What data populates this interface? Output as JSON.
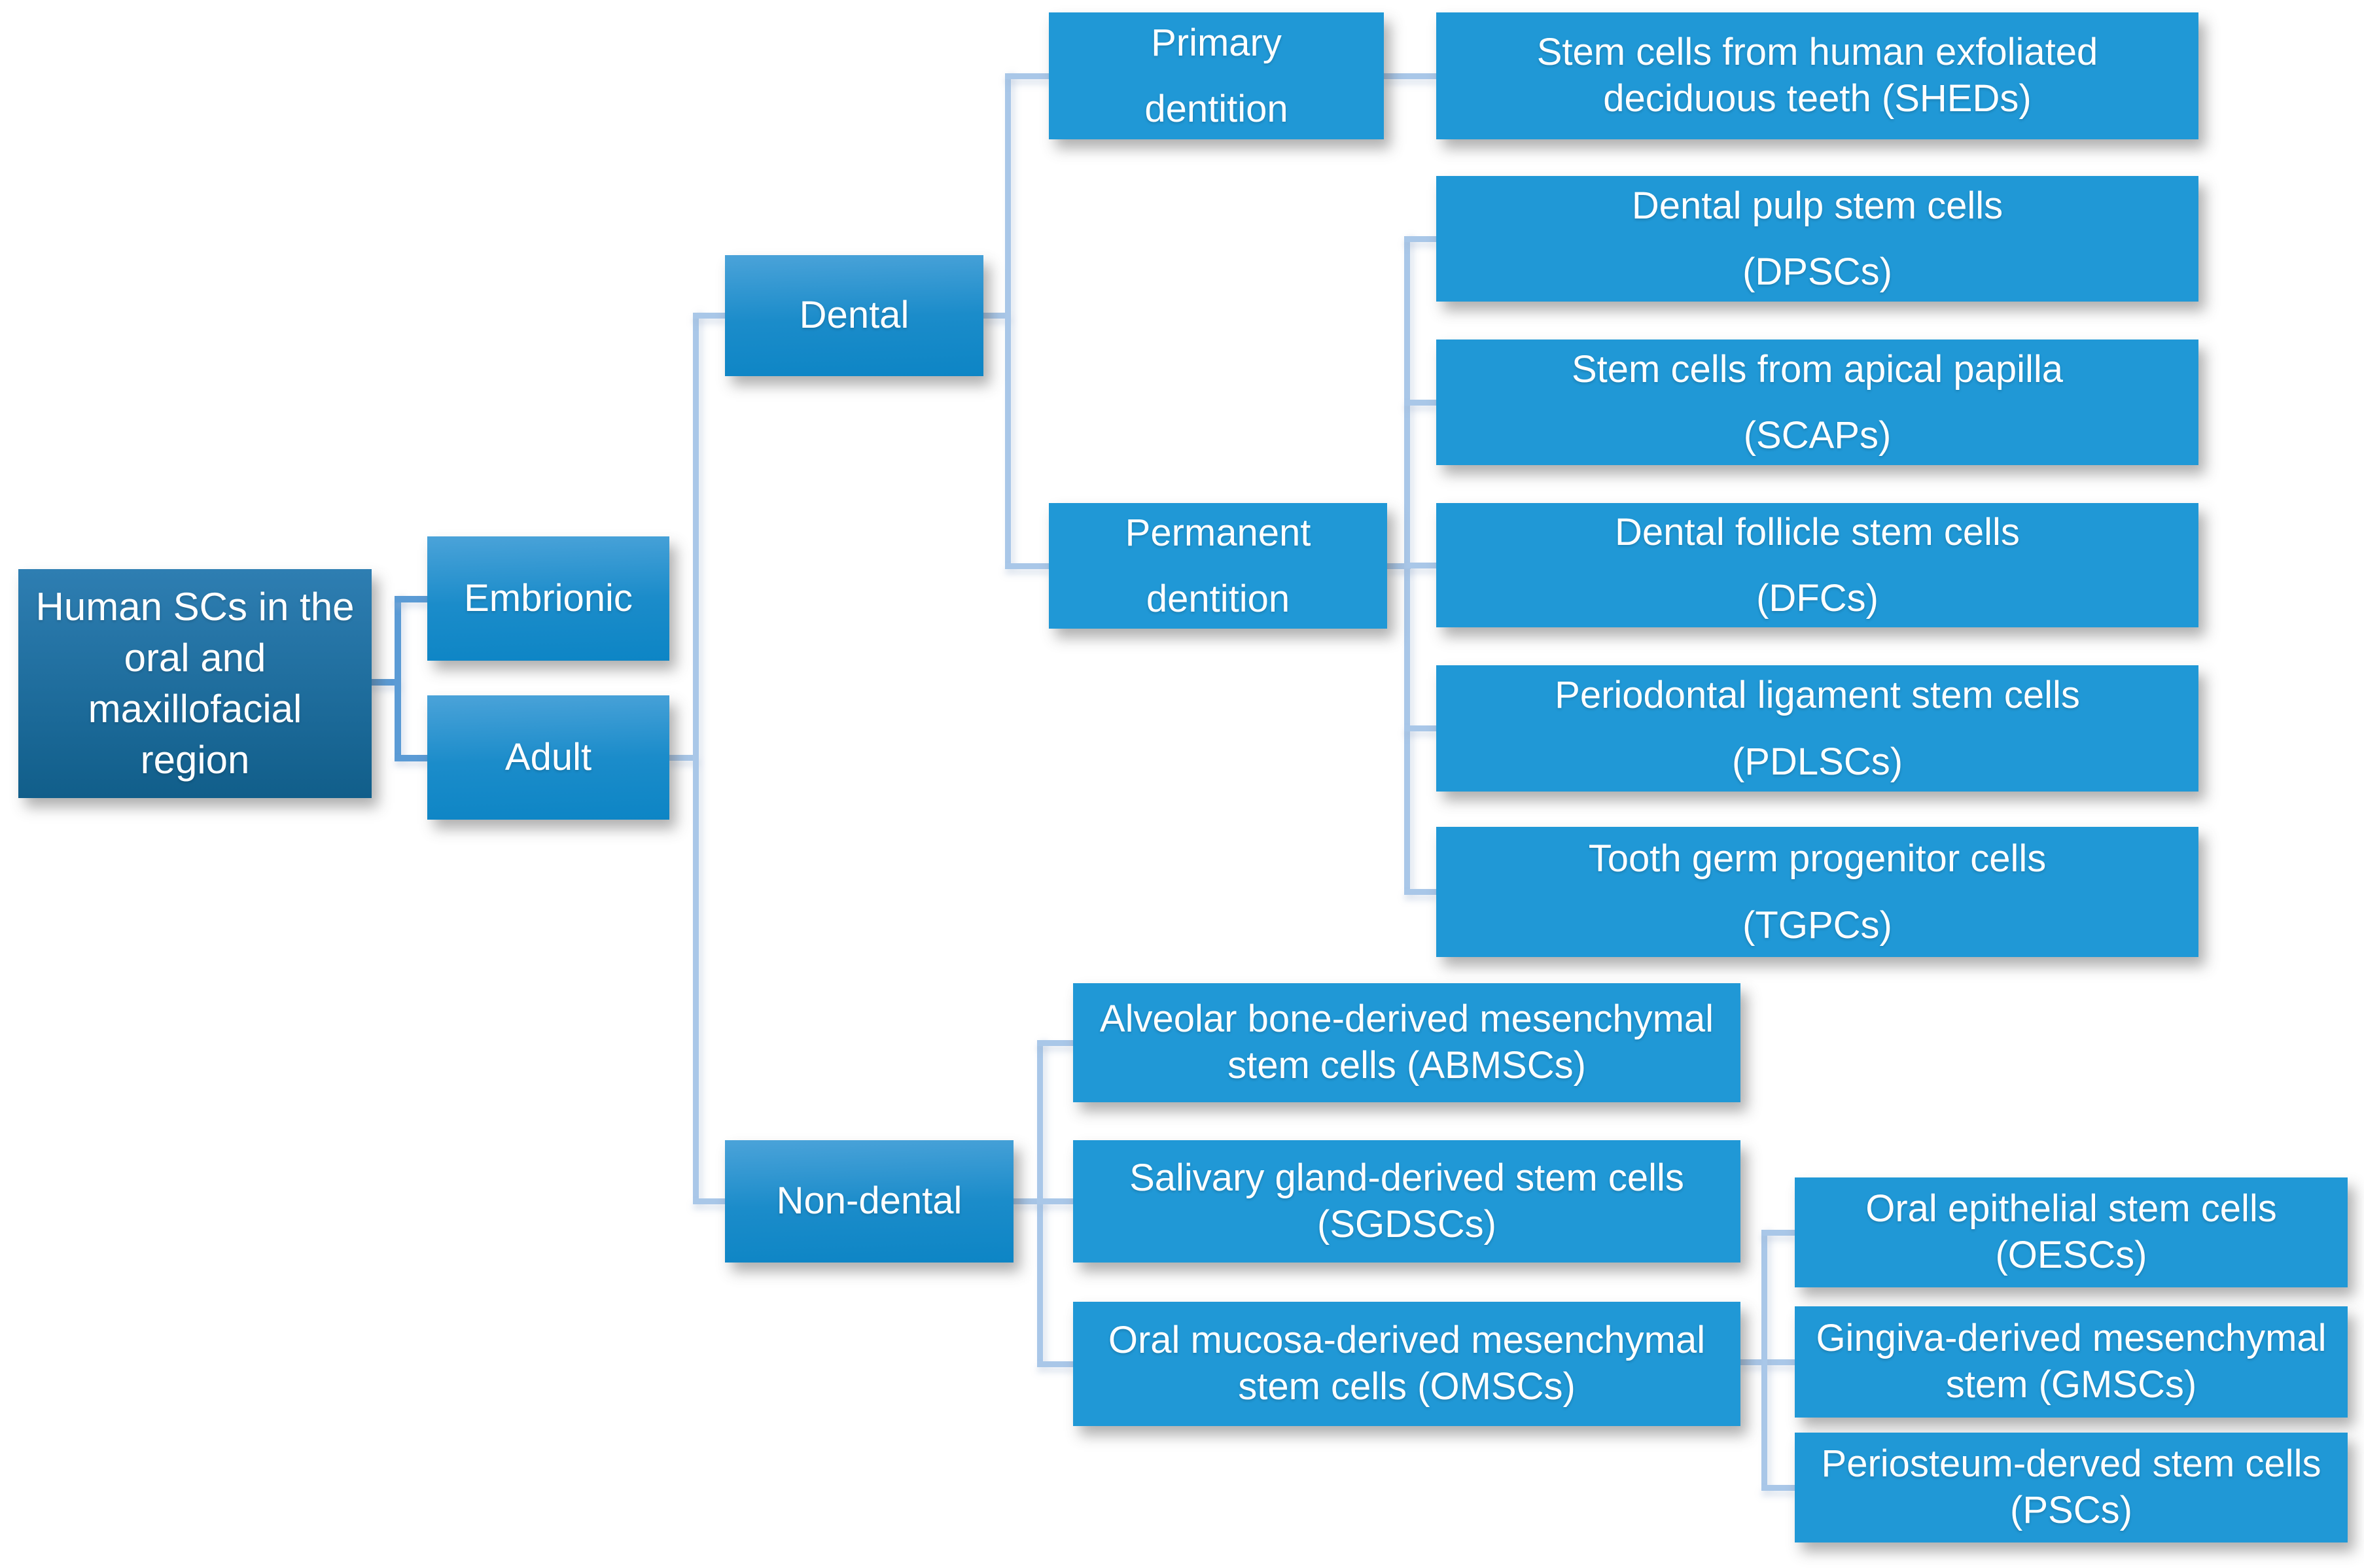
{
  "palette": {
    "leaf_fill": "#2098d6",
    "grad_top": "#4ba3d9",
    "grad_bottom": "#0d85c5",
    "root_top": "#2e7eb2",
    "root_bottom": "#115e8a",
    "connector": "#a9c7e8",
    "connector_dark": "#5b9bd5",
    "text": "#ffffff"
  },
  "nodes": {
    "root": {
      "label": "Human SCs in the\noral and\nmaxillofacial\nregion"
    },
    "embrionic": {
      "label": "Embrionic"
    },
    "adult": {
      "label": "Adult"
    },
    "dental": {
      "label": "Dental"
    },
    "primary": {
      "label": "Primary\ndentition"
    },
    "sheds": {
      "label": "Stem cells from human exfoliated\ndeciduous teeth (SHEDs)"
    },
    "dpscs": {
      "label": "Dental pulp stem cells\n(DPSCs)"
    },
    "scaps": {
      "label": "Stem cells from apical papilla\n(SCAPs)"
    },
    "permanent": {
      "label": "Permanent\ndentition"
    },
    "dfcs": {
      "label": "Dental follicle stem cells\n(DFCs)"
    },
    "pdlscs": {
      "label": "Periodontal ligament stem cells\n(PDLSCs)"
    },
    "tgpcs": {
      "label": "Tooth germ progenitor cells\n(TGPCs)"
    },
    "nondental": {
      "label": "Non-dental"
    },
    "abmscs": {
      "label": "Alveolar bone-derived mesenchymal\nstem cells (ABMSCs)"
    },
    "sgdscs": {
      "label": "Salivary gland-derived stem cells\n(SGDSCs)"
    },
    "omscs": {
      "label": "Oral mucosa-derived mesenchymal\nstem cells (OMSCs)"
    },
    "oescs": {
      "label": "Oral epithelial stem cells\n(OESCs)"
    },
    "gmscs": {
      "label": "Gingiva-derived mesenchymal\nstem (GMSCs)"
    },
    "pscs": {
      "label": "Periosteum-derved stem cells\n(PSCs)"
    }
  },
  "hierarchy": {
    "root": [
      "embrionic",
      "adult"
    ],
    "adult": [
      "dental",
      "nondental"
    ],
    "dental": [
      "primary",
      "permanent"
    ],
    "primary": [
      "sheds"
    ],
    "permanent": [
      "dpscs",
      "scaps",
      "dfcs",
      "pdlscs",
      "tgpcs"
    ],
    "nondental": [
      "abmscs",
      "sgdscs",
      "omscs"
    ],
    "omscs": [
      "oescs",
      "gmscs",
      "pscs"
    ]
  }
}
